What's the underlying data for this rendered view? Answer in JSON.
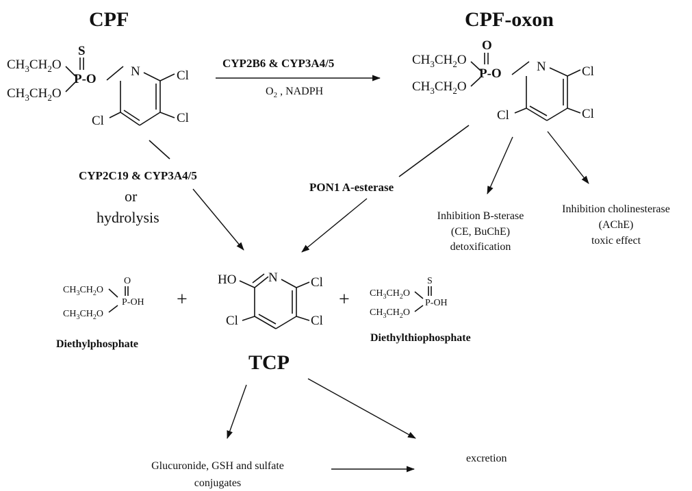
{
  "compounds": {
    "cpf": "CPF",
    "cpf_oxon": "CPF-oxon",
    "tcp": "TCP",
    "diethylphosphate": "Diethylphosphate",
    "diethylthiophosphate": "Diethylthiophosphate"
  },
  "reactions": {
    "oxidation_enzymes": "CYP2B6 & CYP3A4/5",
    "oxidation_cofactors": "O2 , NADPH",
    "hydrolysis_enzymes": "CYP2C19 & CYP3A4/5",
    "hydrolysis_or": "or",
    "hydrolysis_word": "hydrolysis",
    "esterase": "PON1 A-esterase"
  },
  "outcomes": {
    "b_esterase": [
      "Inhibition B-sterase",
      "(CE, BuChE)",
      "detoxification"
    ],
    "cholinesterase": [
      "Inhibition cholinesterase",
      "(AChE)",
      "toxic effect"
    ],
    "conjugates": [
      "Glucuronide, GSH and sulfate",
      "conjugates"
    ],
    "excretion": "excretion"
  },
  "structure_text": {
    "ethoxy": "CH3CH2O",
    "s": "S",
    "o": "O",
    "p_o": "P-O",
    "p": "P",
    "p_oh": "P-OH",
    "n": "N",
    "cl": "Cl",
    "ho": "HO",
    "plus": "+"
  }
}
